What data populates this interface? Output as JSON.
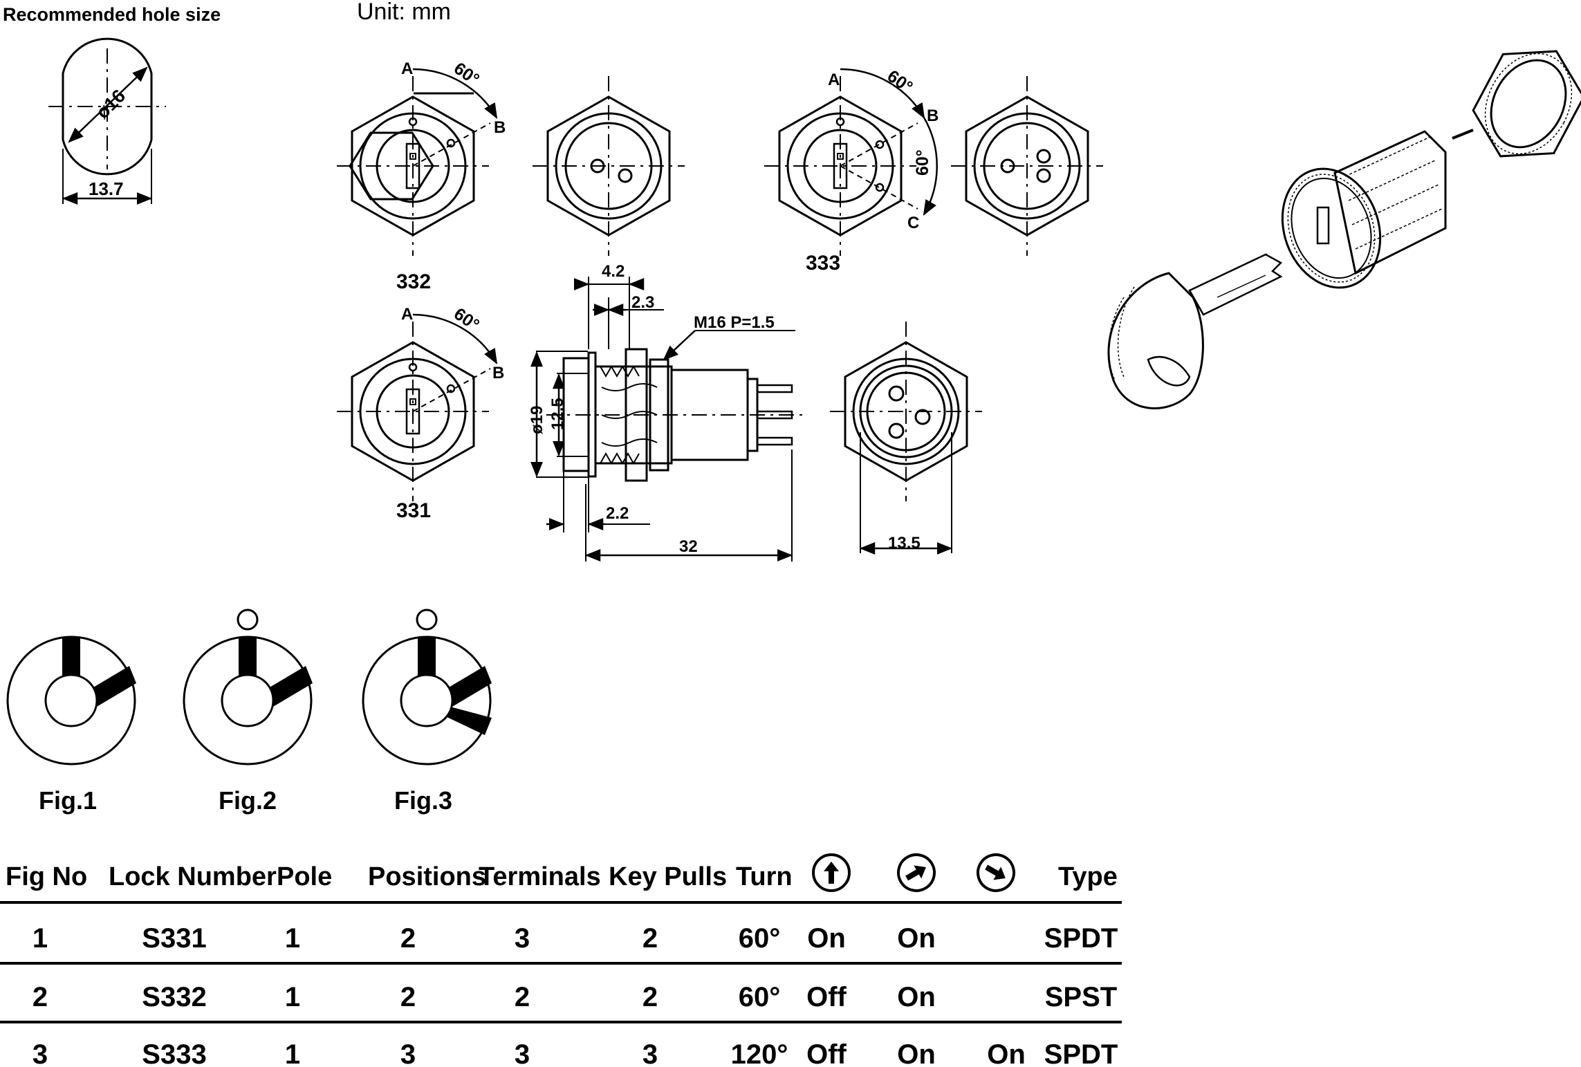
{
  "header": {
    "recommended_hole_label": "Recommended hole size",
    "unit_label": "Unit: mm"
  },
  "hole": {
    "diameter_label": "ø16",
    "width_label": "13.7"
  },
  "views": {
    "v332": {
      "label": "332",
      "angle": "60°",
      "pos_a": "A",
      "pos_b": "B"
    },
    "v333": {
      "label": "333",
      "angle1": "60°",
      "angle2": "60°",
      "pos_a": "A",
      "pos_b": "B",
      "pos_c": "C"
    },
    "v331": {
      "label": "331",
      "angle": "60°",
      "pos_a": "A",
      "pos_b": "B"
    }
  },
  "side_view": {
    "dim_top1": "4.2",
    "dim_top2": "2.3",
    "thread": "M16  P=1.5",
    "dim_dia_outer": "ø19",
    "dim_dia_inner": "12.5",
    "dim_bottom_small": "2.2",
    "dim_length": "32"
  },
  "rear_view": {
    "dim_width": "13.5"
  },
  "figures": [
    {
      "label": "Fig.1"
    },
    {
      "label": "Fig.2"
    },
    {
      "label": "Fig.3"
    }
  ],
  "table": {
    "headers": [
      "Fig No",
      "Lock Number",
      "Pole",
      "Positions",
      "Terminals",
      "Key Pulls",
      "Turn",
      "",
      "",
      "",
      "Type"
    ],
    "direction_icons": [
      "arrow-up-icon",
      "arrow-up-right-icon",
      "arrow-down-right-icon"
    ],
    "rows": [
      [
        "1",
        "S331",
        "1",
        "2",
        "3",
        "2",
        "60°",
        "On",
        "On",
        "",
        "SPDT"
      ],
      [
        "2",
        "S332",
        "1",
        "2",
        "2",
        "2",
        "60°",
        "Off",
        "On",
        "",
        "SPST"
      ],
      [
        "3",
        "S333",
        "1",
        "3",
        "3",
        "3",
        "120°",
        "Off",
        "On",
        "On",
        "SPDT"
      ]
    ]
  }
}
